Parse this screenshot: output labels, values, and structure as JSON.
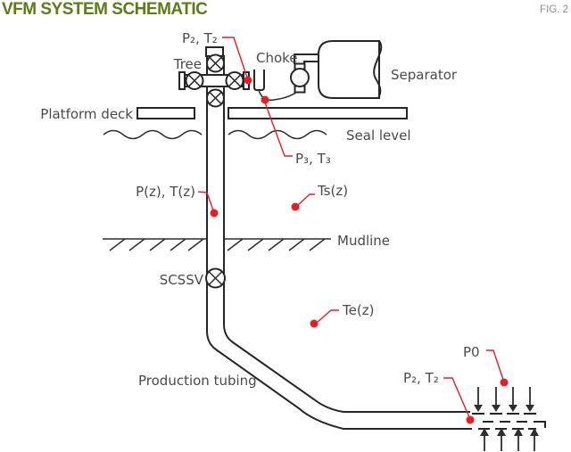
{
  "palette": {
    "title_green": "#5c7d15",
    "fig_gray": "#8c8c8c",
    "label_gray": "#4a4a4a",
    "line_dark": "#262626",
    "accent_red": "#ec1c24"
  },
  "header": {
    "title": "VFM SYSTEM SCHEMATIC",
    "figure_label": "FIG. 2"
  },
  "diagram": {
    "labels": {
      "tree": "Tree",
      "p2t2_top": "P₂, T₂",
      "choke": "Choke",
      "separator": "Separator",
      "platform_deck": "Platform deck",
      "seal_level": "Seal level",
      "p3t3": "P₃, T₃",
      "pz_tz": "P(z), T(z)",
      "ts_z": "Ts(z)",
      "mudline": "Mudline",
      "scssv": "SCSSV",
      "te_z": "Te(z)",
      "production_tubing": "Production tubing",
      "p2t2_bottom": "P₂, T₂",
      "p0": "P0"
    }
  }
}
